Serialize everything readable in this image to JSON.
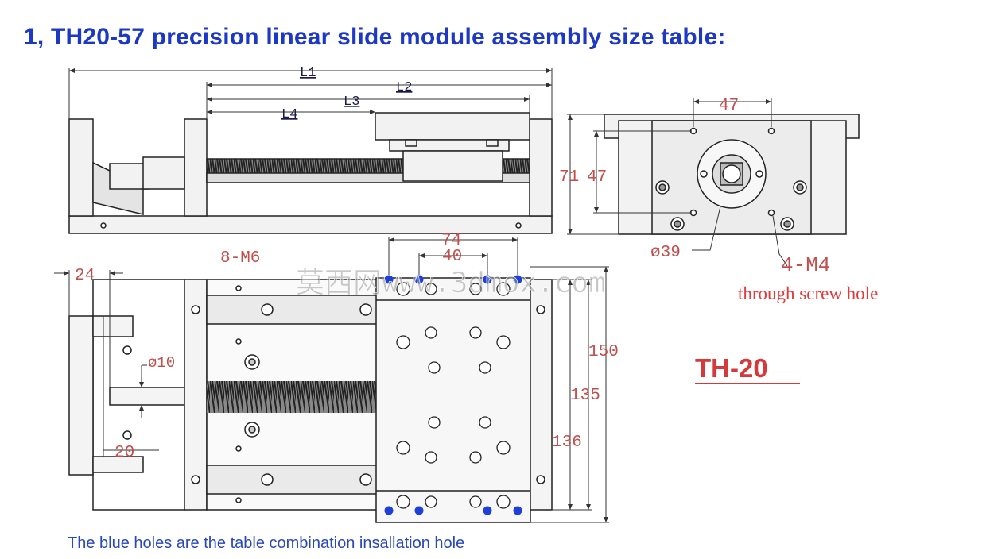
{
  "title": "1, TH20-57 precision linear slide module assembly size table:",
  "dims": {
    "l1": "L1",
    "l2": "L2",
    "l3": "L3",
    "l4": "L4",
    "d47h": "47",
    "d71": "71",
    "d47v": "47",
    "dia39": "ø39",
    "m4": "4-M4",
    "through": "through screw hole",
    "m6": "8-M6",
    "d74": "74",
    "d40": "40",
    "d24": "24",
    "dia10": "ø10",
    "d20": "20",
    "d150": "150",
    "d135": "135",
    "d136": "136"
  },
  "watermark": "莫西网www.3dmox.com",
  "model": "TH-20",
  "caption": "The blue holes are the table combination insallation hole",
  "colors": {
    "title": "#1d39c4",
    "dimension_text": "#c0504d",
    "blue_holes": "#1e3fd8",
    "model": "#d43a3a"
  }
}
